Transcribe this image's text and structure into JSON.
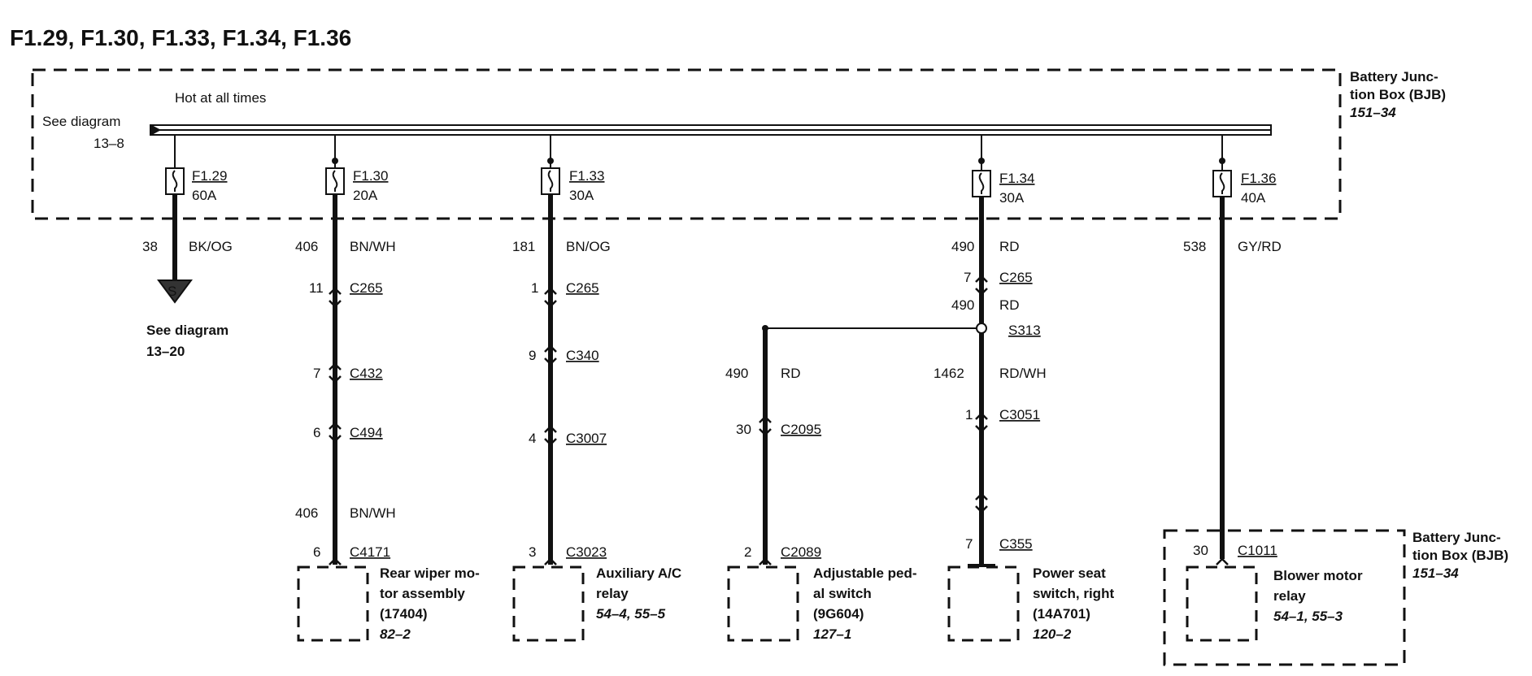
{
  "title": "F1.29, F1.30, F1.33, F1.34, F1.36",
  "bjb_label_top": {
    "line1": "Battery Junc-",
    "line2": "tion Box (BJB)",
    "ref": "151–34"
  },
  "bjb_label_bottom": {
    "line1": "Battery Junc-",
    "line2": "tion Box (BJB)",
    "ref": "151–34"
  },
  "hot_label": "Hot at all times",
  "see_diagram_top": {
    "line1": "See diagram",
    "line2": "13–8"
  },
  "see_diagram_ground": {
    "line1": "See diagram",
    "line2": "13–20"
  },
  "fuses": [
    {
      "id": "F1.29",
      "rating": "60A"
    },
    {
      "id": "F1.30",
      "rating": "20A"
    },
    {
      "id": "F1.33",
      "rating": "30A"
    },
    {
      "id": "F1.34",
      "rating": "30A"
    },
    {
      "id": "F1.36",
      "rating": "40A"
    }
  ],
  "circuits": {
    "c1": {
      "num": "38",
      "color": "BK/OG"
    },
    "c2": {
      "num": "406",
      "color": "BN/WH"
    },
    "c2b": {
      "num": "406",
      "color": "BN/WH"
    },
    "c3": {
      "num": "181",
      "color": "BN/OG"
    },
    "c4": {
      "num": "490",
      "color": "RD"
    },
    "c4b": {
      "num": "490",
      "color": "RD"
    },
    "c4c": {
      "num": "490",
      "color": "RD"
    },
    "c4d": {
      "num": "1462",
      "color": "RD/WH"
    },
    "c5": {
      "num": "538",
      "color": "GY/RD"
    }
  },
  "connectors": {
    "col2": [
      {
        "pin": "11",
        "name": "C265"
      },
      {
        "pin": "7",
        "name": "C432"
      },
      {
        "pin": "6",
        "name": "C494"
      },
      {
        "pin": "6",
        "name": "C4171"
      }
    ],
    "col3": [
      {
        "pin": "1",
        "name": "C265"
      },
      {
        "pin": "9",
        "name": "C340"
      },
      {
        "pin": "4",
        "name": "C3007"
      },
      {
        "pin": "3",
        "name": "C3023"
      }
    ],
    "col4": [
      {
        "pin": "30",
        "name": "C2095"
      },
      {
        "pin": "2",
        "name": "C2089"
      }
    ],
    "col5": [
      {
        "pin": "7",
        "name": "C265"
      },
      {
        "pin": "1",
        "name": "C3051"
      },
      {
        "pin": "7",
        "name": "C355"
      }
    ],
    "col6": [
      {
        "pin": "30",
        "name": "C1011"
      }
    ]
  },
  "splice": "S313",
  "components": [
    {
      "line1": "Rear wiper mo-",
      "line2": "tor assembly",
      "line3": "(17404)",
      "ref": "82–2"
    },
    {
      "line1": "Auxiliary A/C",
      "line2": "relay",
      "ref": "54–4, 55–5"
    },
    {
      "line1": "Adjustable ped-",
      "line2": "al switch",
      "line3": "(9G604)",
      "ref": "127–1"
    },
    {
      "line1": "Power seat",
      "line2": "switch, right",
      "line3": "(14A701)",
      "ref": "120–2"
    },
    {
      "line1": "Blower motor",
      "line2": "relay",
      "ref": "54–1, 55–3"
    }
  ],
  "colors": {
    "ink": "#111111",
    "background": "#ffffff"
  }
}
